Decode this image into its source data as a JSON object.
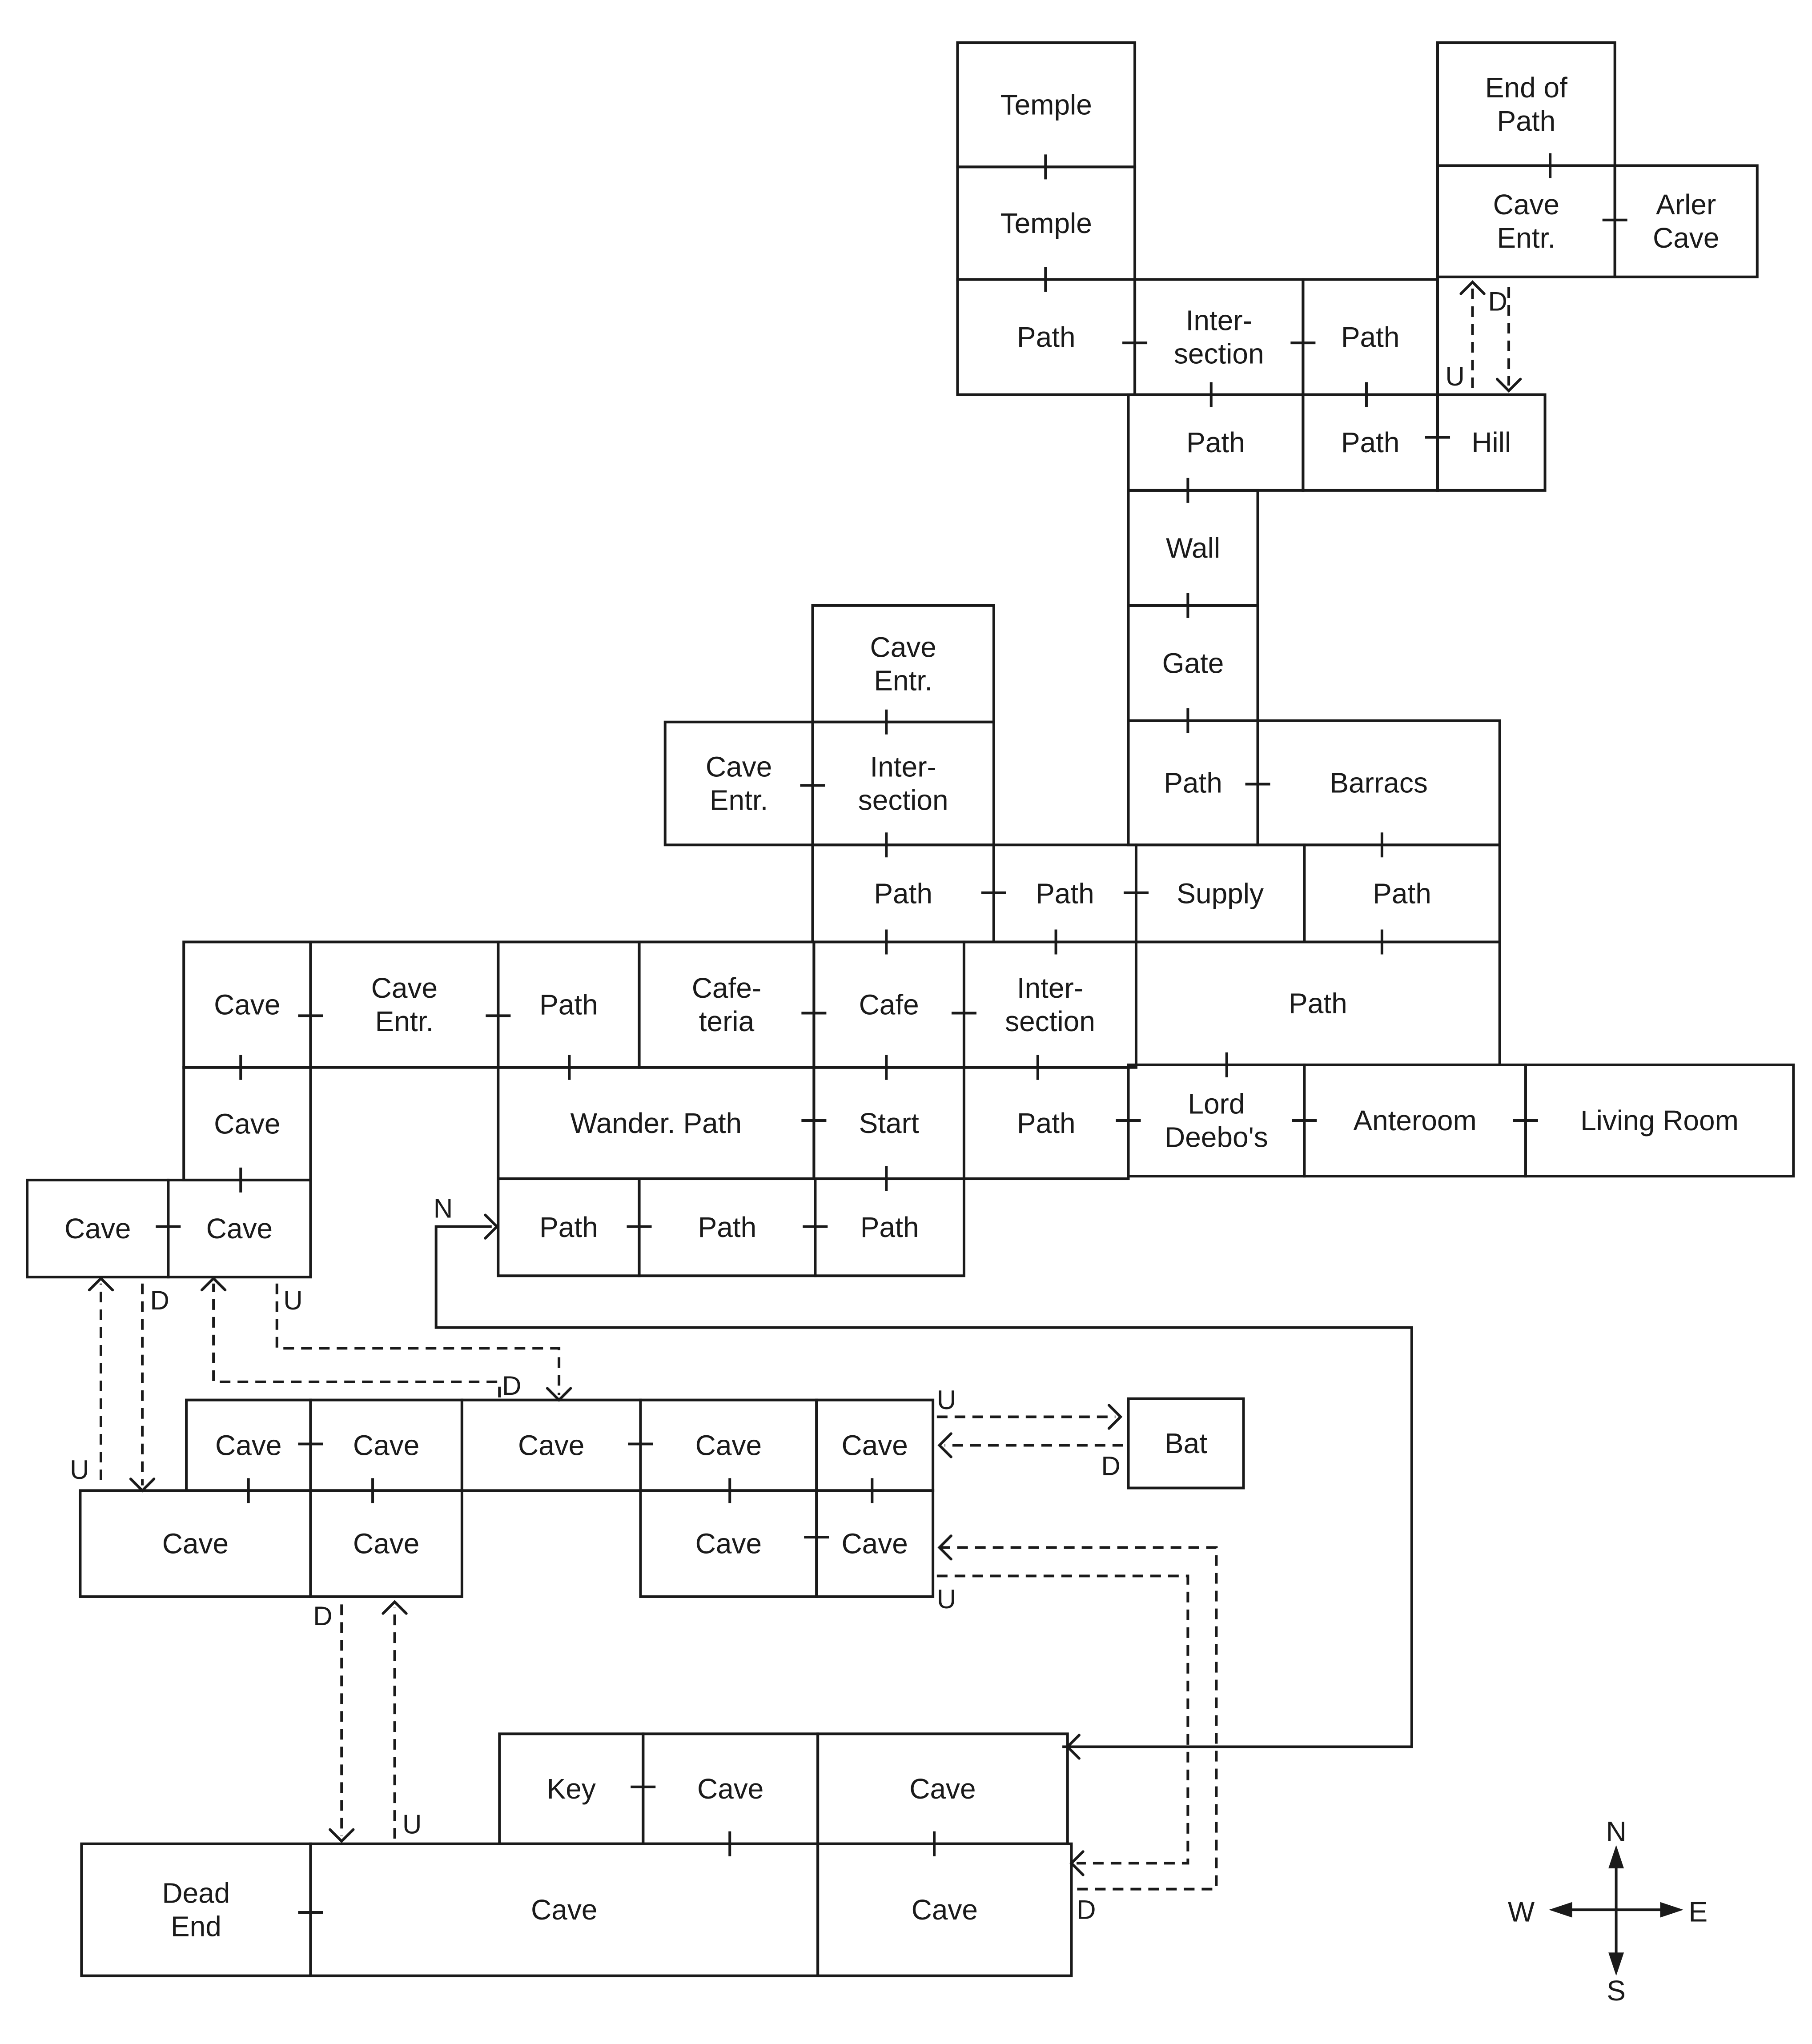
{
  "rooms": [
    {
      "id": "temple-1",
      "lines": [
        "Temple"
      ]
    },
    {
      "id": "temple-2",
      "lines": [
        "Temple"
      ]
    },
    {
      "id": "path-nw",
      "lines": [
        "Path"
      ]
    },
    {
      "id": "intersection-north",
      "lines": [
        "Inter-",
        "section"
      ]
    },
    {
      "id": "path-ne",
      "lines": [
        "Path"
      ]
    },
    {
      "id": "end-of-path",
      "lines": [
        "End of",
        "Path"
      ]
    },
    {
      "id": "cave-entr-ne",
      "lines": [
        "Cave",
        "Entr."
      ]
    },
    {
      "id": "arler-cave",
      "lines": [
        "Arler",
        "Cave"
      ]
    },
    {
      "id": "path-hill-w",
      "lines": [
        "Path"
      ]
    },
    {
      "id": "path-hill-e",
      "lines": [
        "Path"
      ]
    },
    {
      "id": "hill",
      "lines": [
        "Hill"
      ]
    },
    {
      "id": "wall",
      "lines": [
        "Wall"
      ]
    },
    {
      "id": "gate",
      "lines": [
        "Gate"
      ]
    },
    {
      "id": "path-gate",
      "lines": [
        "Path"
      ]
    },
    {
      "id": "barracs",
      "lines": [
        "Barracs"
      ]
    },
    {
      "id": "cave-entr-top",
      "lines": [
        "Cave",
        "Entr."
      ]
    },
    {
      "id": "cave-entr-west",
      "lines": [
        "Cave",
        "Entr."
      ]
    },
    {
      "id": "intersection-mid",
      "lines": [
        "Inter-",
        "section"
      ]
    },
    {
      "id": "path-mid-1",
      "lines": [
        "Path"
      ]
    },
    {
      "id": "path-mid-2",
      "lines": [
        "Path"
      ]
    },
    {
      "id": "supply",
      "lines": [
        "Supply"
      ]
    },
    {
      "id": "path-barracs",
      "lines": [
        "Path"
      ]
    },
    {
      "id": "cave-far-west",
      "lines": [
        "Cave"
      ]
    },
    {
      "id": "cave-entr-mid",
      "lines": [
        "Cave",
        "Entr."
      ]
    },
    {
      "id": "path-cafeteria",
      "lines": [
        "Path"
      ]
    },
    {
      "id": "cafeteria",
      "lines": [
        "Cafe-",
        "teria"
      ]
    },
    {
      "id": "cafe",
      "lines": [
        "Cafe"
      ]
    },
    {
      "id": "intersection-east",
      "lines": [
        "Inter-",
        "section"
      ]
    },
    {
      "id": "path-wide",
      "lines": [
        "Path"
      ]
    },
    {
      "id": "cave-west-2",
      "lines": [
        "Cave"
      ]
    },
    {
      "id": "wander-path",
      "lines": [
        "Wander. Path"
      ]
    },
    {
      "id": "start",
      "lines": [
        "Start"
      ]
    },
    {
      "id": "path-lord",
      "lines": [
        "Path"
      ]
    },
    {
      "id": "lord-deebos",
      "lines": [
        "Lord",
        "Deebo's"
      ]
    },
    {
      "id": "anteroom",
      "lines": [
        "Anteroom"
      ]
    },
    {
      "id": "living-room",
      "lines": [
        "Living Room"
      ]
    },
    {
      "id": "cave-west-3a",
      "lines": [
        "Cave"
      ]
    },
    {
      "id": "cave-west-3b",
      "lines": [
        "Cave"
      ]
    },
    {
      "id": "path-south-1",
      "lines": [
        "Path"
      ]
    },
    {
      "id": "path-south-2",
      "lines": [
        "Path"
      ]
    },
    {
      "id": "path-south-3",
      "lines": [
        "Path"
      ]
    },
    {
      "id": "cave-lower-1",
      "lines": [
        "Cave"
      ]
    },
    {
      "id": "cave-lower-2",
      "lines": [
        "Cave"
      ]
    },
    {
      "id": "cave-lower-3",
      "lines": [
        "Cave"
      ]
    },
    {
      "id": "cave-lower-4",
      "lines": [
        "Cave"
      ]
    },
    {
      "id": "cave-lower-5",
      "lines": [
        "Cave"
      ]
    },
    {
      "id": "bat",
      "lines": [
        "Bat"
      ]
    },
    {
      "id": "cave-lower-6",
      "lines": [
        "Cave"
      ]
    },
    {
      "id": "cave-lower-7",
      "lines": [
        "Cave"
      ]
    },
    {
      "id": "cave-lower-8",
      "lines": [
        "Cave"
      ]
    },
    {
      "id": "cave-lower-9",
      "lines": [
        "Cave"
      ]
    },
    {
      "id": "key",
      "lines": [
        "Key"
      ]
    },
    {
      "id": "cave-bottom-1",
      "lines": [
        "Cave"
      ]
    },
    {
      "id": "cave-bottom-2",
      "lines": [
        "Cave"
      ]
    },
    {
      "id": "dead-end",
      "lines": [
        "Dead",
        "End"
      ]
    },
    {
      "id": "cave-bottom-3",
      "lines": [
        "Cave"
      ]
    },
    {
      "id": "cave-bottom-4",
      "lines": [
        "Cave"
      ]
    }
  ],
  "connection_labels": [
    "U",
    "D",
    "N"
  ],
  "compass": {
    "north": "N",
    "south": "S",
    "east": "E",
    "west": "W"
  }
}
